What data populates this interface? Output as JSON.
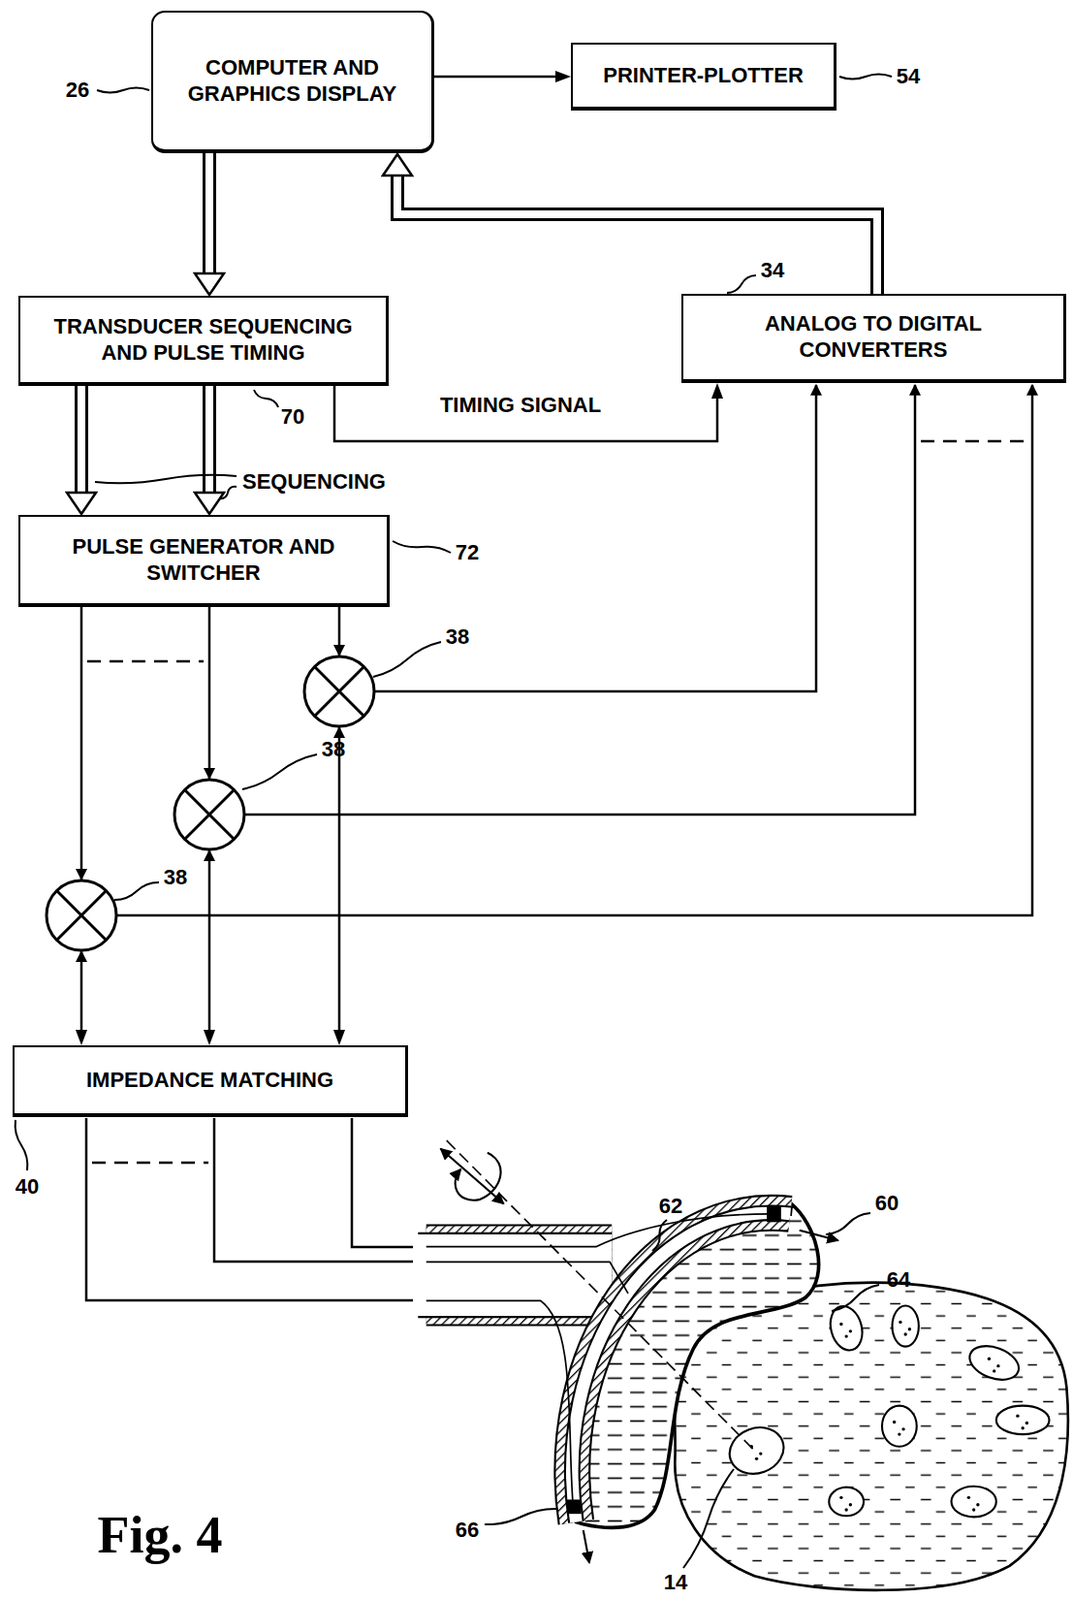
{
  "diagram": {
    "caption": "Fig. 4",
    "nodes": [
      {
        "text": [
          "COMPUTER AND GRAPHICS DISPLAY"
        ]
      },
      {
        "text": [
          "PRINTER-PLOTTER"
        ]
      },
      {
        "text": [
          "TRANSDUCER SEQUENCING AND PULSE TIMING"
        ]
      },
      {
        "text": [
          "ANALOG TO DIGITAL CONVERTERS"
        ]
      },
      {
        "text": [
          "PULSE GENERATOR AND SWITCHER"
        ]
      },
      {
        "text": [
          "IMPEDANCE MATCHING"
        ]
      }
    ],
    "edges": [
      {
        "from": 0,
        "to": 1,
        "arrow": "to"
      },
      {
        "from": 0,
        "to": 2,
        "arrow": "to"
      },
      {
        "from": 3,
        "to": 0,
        "arrow": "to"
      },
      {
        "from": 2,
        "to": 3,
        "label": "TIMING SIGNAL",
        "arrow": "to"
      },
      {
        "from": 2,
        "to": 4,
        "label": "SEQUENCING",
        "arrow": "to"
      },
      {
        "from": 2,
        "to": 4,
        "arrow": "to"
      },
      {
        "from": 4,
        "to": 5,
        "arrow": "to"
      },
      {
        "from": 4,
        "to": 5,
        "arrow": "to"
      },
      {
        "from": 4,
        "to": 5,
        "arrow": "to"
      }
    ],
    "labels": [
      "26",
      "54",
      "34",
      "70",
      "72",
      "38",
      "38",
      "38",
      "40",
      "60",
      "62",
      "64",
      "66",
      "14"
    ]
  }
}
